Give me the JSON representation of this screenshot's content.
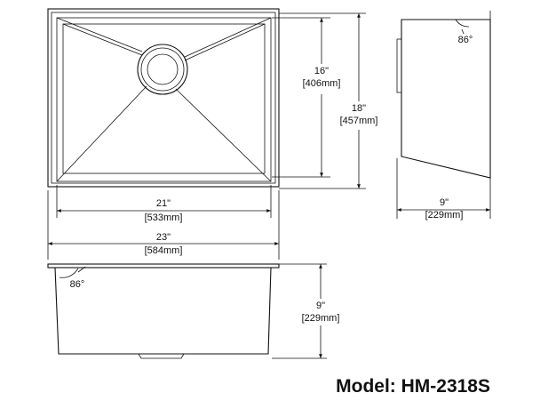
{
  "model_label": "Model: HM-2318S",
  "dimensions": {
    "inner_depth_front": {
      "in": "16\"",
      "mm": "[406mm]"
    },
    "outer_depth_front": {
      "in": "18\"",
      "mm": "[457mm]"
    },
    "inner_width": {
      "in": "21\"",
      "mm": "[533mm]"
    },
    "outer_width": {
      "in": "23\"",
      "mm": "[584mm]"
    },
    "side_depth": {
      "in": "9\"",
      "mm": "[229mm]"
    },
    "front_depth": {
      "in": "9\"",
      "mm": "[229mm]"
    }
  },
  "angles": {
    "side_view": "86°",
    "front_view": "86°"
  }
}
